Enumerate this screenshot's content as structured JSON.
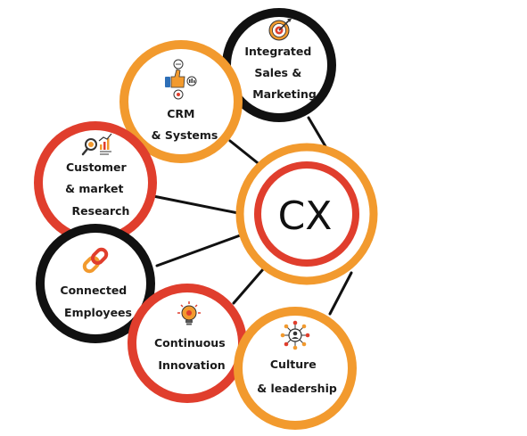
{
  "center": {
    "label": "CX"
  },
  "nodes": [
    {
      "id": "integrated",
      "lines": [
        "Integrated",
        "Sales &",
        "Marketing"
      ],
      "ring": "#111111",
      "icon": "target-icon"
    },
    {
      "id": "crm",
      "lines": [
        "CRM",
        "& Systems"
      ],
      "ring": "#F29A2E",
      "icon": "thumbs-up-network-icon"
    },
    {
      "id": "customer",
      "lines": [
        "Customer",
        "& market",
        "Research"
      ],
      "ring": "#E03E2D",
      "icon": "magnifier-chart-icon"
    },
    {
      "id": "connected",
      "lines": [
        "Connected",
        "Employees"
      ],
      "ring": "#111111",
      "icon": "chain-link-icon"
    },
    {
      "id": "innovation",
      "lines": [
        "Continuous",
        "Innovation"
      ],
      "ring": "#E03E2D",
      "icon": "lightbulb-gear-icon"
    },
    {
      "id": "culture",
      "lines": [
        "Culture",
        "& leadership"
      ],
      "ring": "#F29A2E",
      "icon": "person-network-icon"
    }
  ],
  "colors": {
    "orange": "#F29A2E",
    "red": "#E03E2D",
    "black": "#111111"
  }
}
